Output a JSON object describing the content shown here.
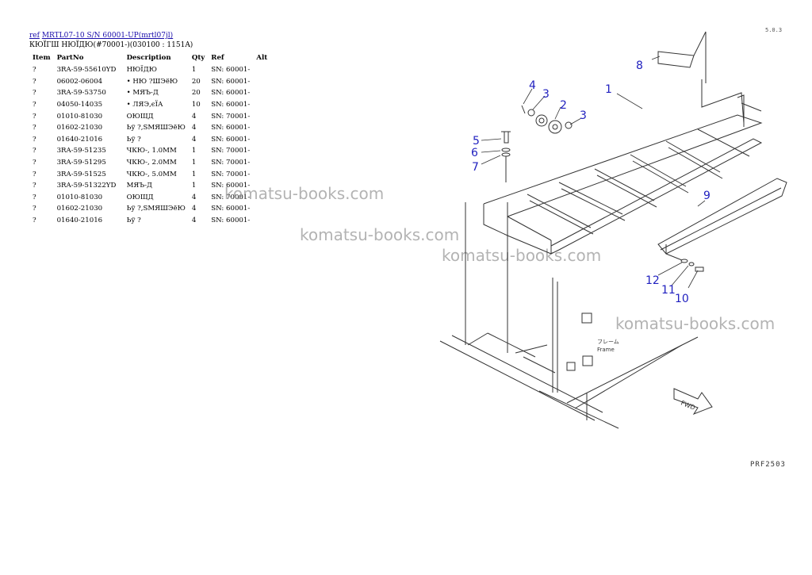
{
  "header": {
    "ref_link": "ref",
    "model_link": "MRTL07-10 S/N 60001-UP(mrtl07jl)",
    "title": "КЮЇГШ НЮЇДЮ(#70001-)(030100 : 1151A)"
  },
  "table": {
    "columns": [
      "Item",
      "PartNo",
      "Description",
      "Qty",
      "Ref",
      "Alt"
    ],
    "rows": [
      {
        "item": "?",
        "part": "3RA-59-55610YD",
        "desc": "НЮЇДЮ",
        "qty": "1",
        "ref": "SN: 60001-",
        "alt": ""
      },
      {
        "item": "?",
        "part": "06002-06004",
        "desc": "• НЮ ?ШЭёЮ",
        "qty": "20",
        "ref": "SN: 60001-",
        "alt": ""
      },
      {
        "item": "?",
        "part": "3RA-59-53750",
        "desc": "• МЯЪ-Д",
        "qty": "20",
        "ref": "SN: 60001-",
        "alt": ""
      },
      {
        "item": "?",
        "part": "04050-14035",
        "desc": "• ЛЯЭ,єЇА",
        "qty": "10",
        "ref": "SN: 60001-",
        "alt": ""
      },
      {
        "item": "?",
        "part": "01010-81030",
        "desc": "ОЮЩД",
        "qty": "4",
        "ref": "SN: 70001-",
        "alt": ""
      },
      {
        "item": "?",
        "part": "01602-21030",
        "desc": "Ьў ?,SМЯШЭёЮ",
        "qty": "4",
        "ref": "SN: 60001-",
        "alt": ""
      },
      {
        "item": "?",
        "part": "01640-21016",
        "desc": "Ьў ?",
        "qty": "4",
        "ref": "SN: 60001-",
        "alt": ""
      },
      {
        "item": "?",
        "part": "3RA-59-51235",
        "desc": "ЧКЮ-, 1.0ММ",
        "qty": "1",
        "ref": "SN: 70001-",
        "alt": ""
      },
      {
        "item": "?",
        "part": "3RA-59-51295",
        "desc": "ЧКЮ-, 2.0ММ",
        "qty": "1",
        "ref": "SN: 70001-",
        "alt": ""
      },
      {
        "item": "?",
        "part": "3RA-59-51525",
        "desc": "ЧКЮ-, 5.0ММ",
        "qty": "1",
        "ref": "SN: 70001-",
        "alt": ""
      },
      {
        "item": "?",
        "part": "3RA-59-51322YD",
        "desc": "МЯЪ-Д",
        "qty": "1",
        "ref": "SN: 60001-",
        "alt": ""
      },
      {
        "item": "?",
        "part": "01010-81030",
        "desc": "ОЮЩД",
        "qty": "4",
        "ref": "SN: 70001-",
        "alt": ""
      },
      {
        "item": "?",
        "part": "01602-21030",
        "desc": "Ьў ?,SМЯШЭёЮ",
        "qty": "4",
        "ref": "SN: 60001-",
        "alt": ""
      },
      {
        "item": "?",
        "part": "01640-21016",
        "desc": "Ьў ?",
        "qty": "4",
        "ref": "SN: 60001-",
        "alt": ""
      }
    ]
  },
  "watermark": "komatsu-books.com",
  "diagram": {
    "callouts": [
      "1",
      "2",
      "3",
      "3",
      "4",
      "5",
      "6",
      "7",
      "8",
      "9",
      "10",
      "11",
      "12"
    ],
    "frame_label_jp": "フレーム",
    "frame_label_en": "Frame",
    "fwd_label": "FWD",
    "figure_code": "PRF2503",
    "corner_code": "5.0.3",
    "callout_color": "#1f1fbf"
  }
}
